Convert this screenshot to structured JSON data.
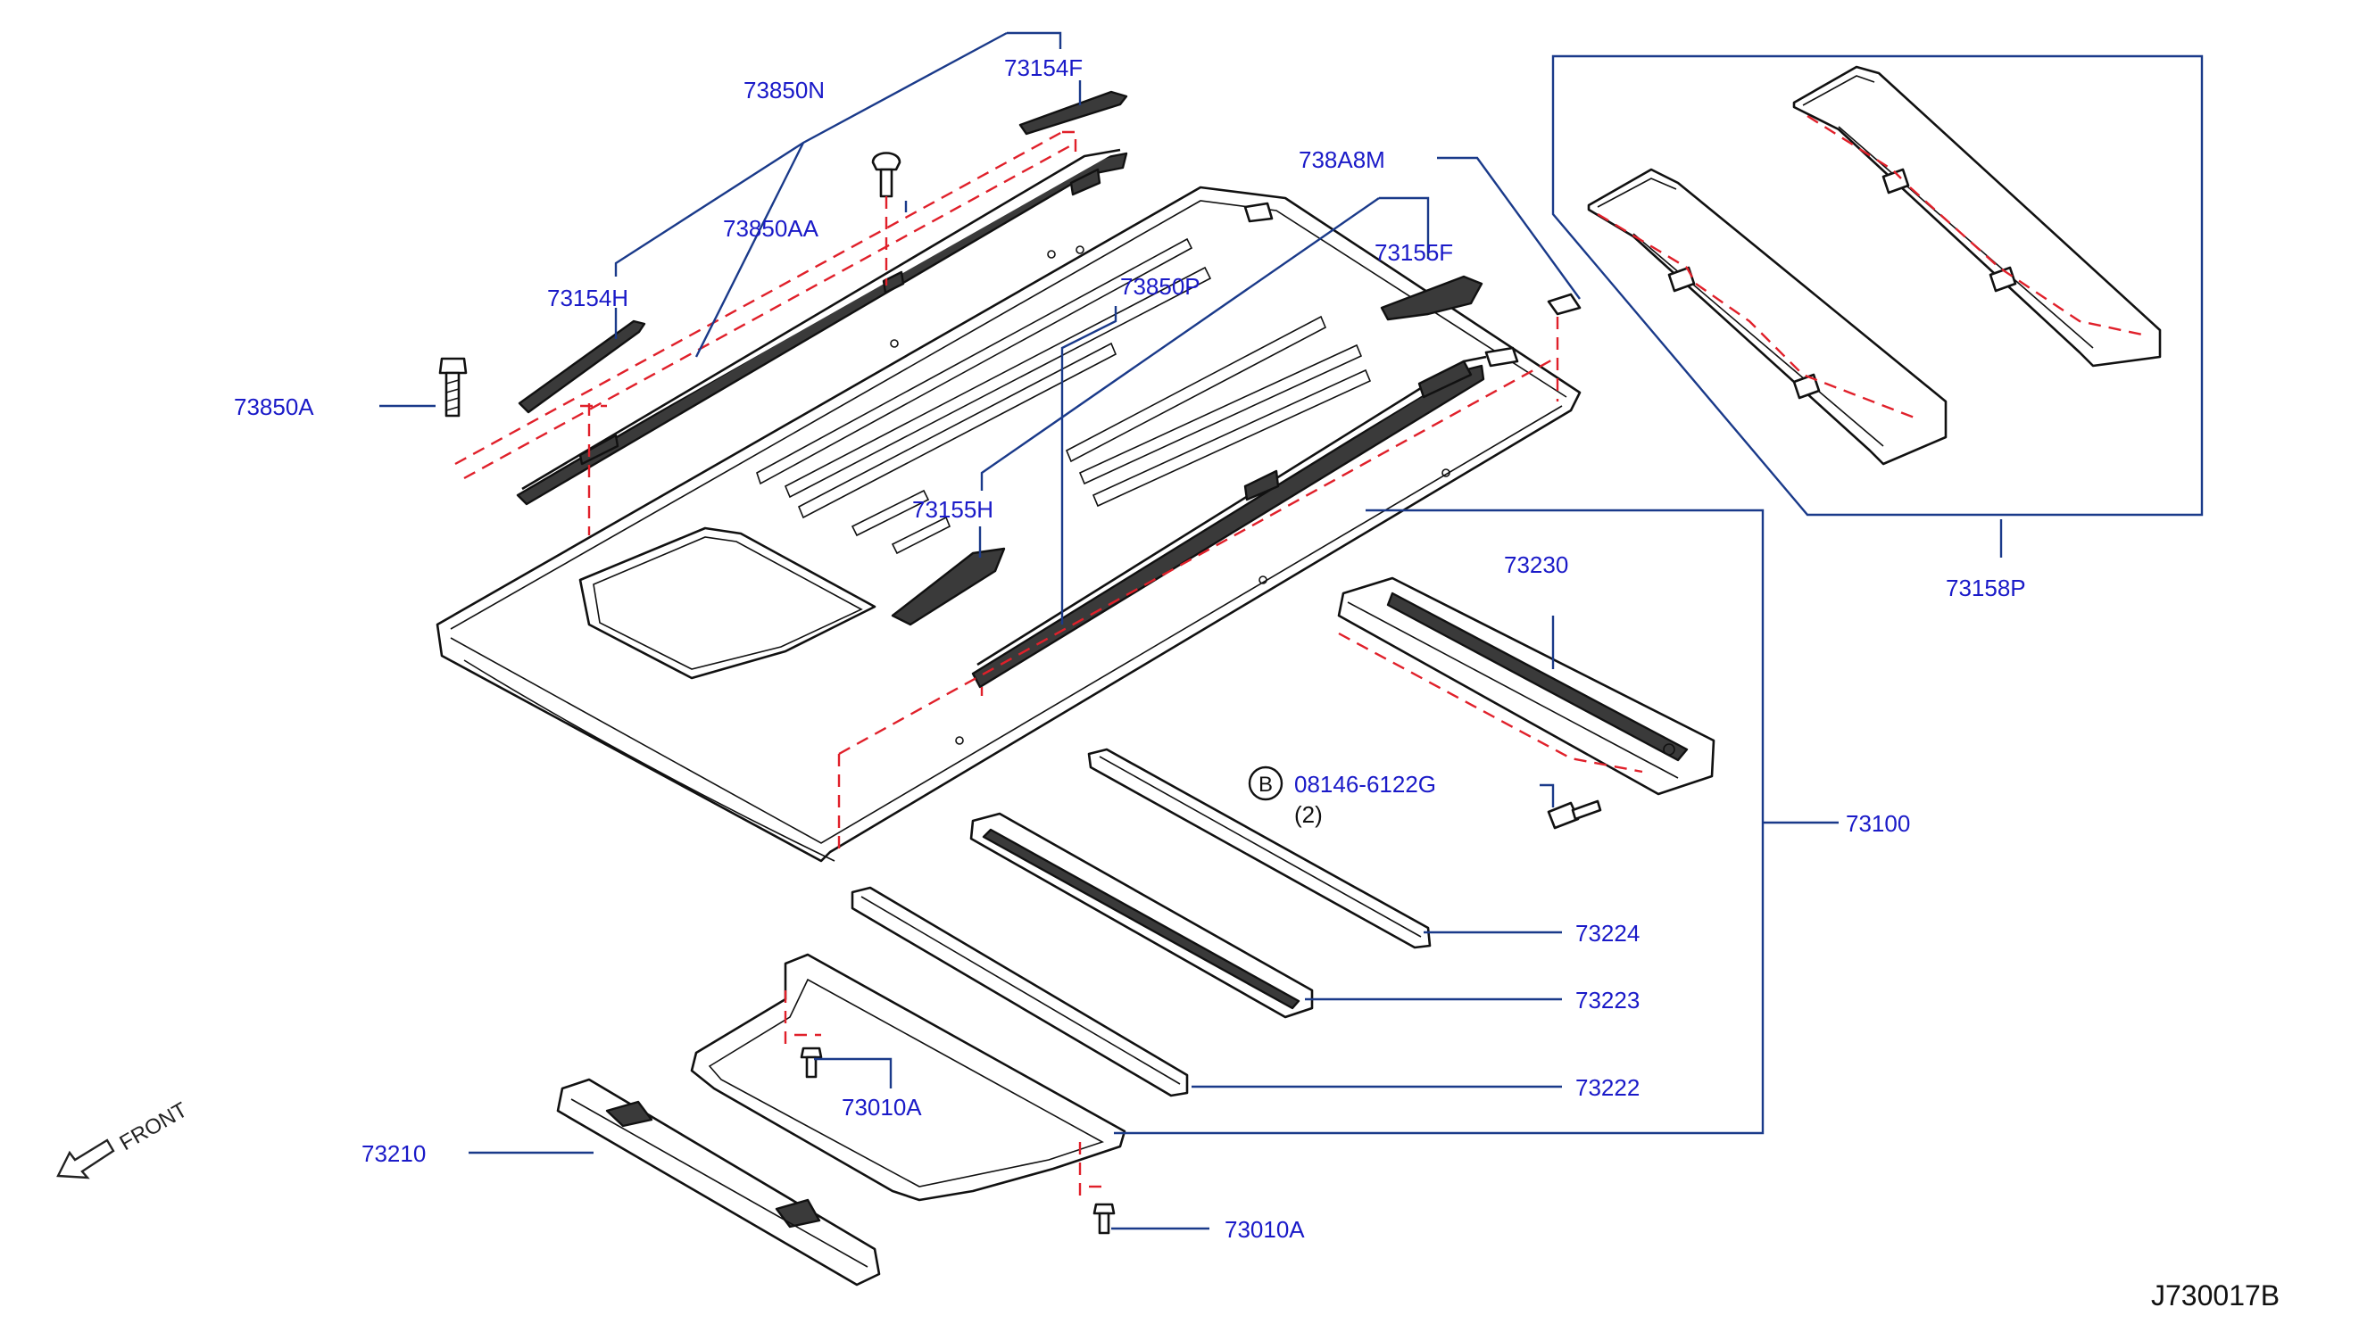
{
  "title": "",
  "labels": {
    "p73850N": "73850N",
    "p73154F": "73154F",
    "p73850AA": "73850AA",
    "p738A8M": "738A8M",
    "p73154H": "73154H",
    "p73155F": "73155F",
    "p73850P": "73850P",
    "p73850A": "73850A",
    "p73155H": "73155H",
    "p73230": "73230",
    "p73158P": "73158P",
    "bolt_code": "08146-6122G",
    "bolt_circle": "B",
    "bolt_qty": "(2)",
    "p73100": "73100",
    "p73224": "73224",
    "p73223": "73223",
    "p73222": "73222",
    "p73010A_upper": "73010A",
    "p73010A_lower": "73010A",
    "p73210": "73210",
    "front": "FRONT",
    "drawing_code": "J730017B"
  },
  "colors": {
    "label_blue": "#1a1ac8",
    "leader_blue": "#1a3a8a",
    "dash_red": "#e0202a",
    "outline_black": "#111111"
  },
  "icons": {
    "front_arrow": "arrow-left-down-icon",
    "bolt": "bolt-icon",
    "clip": "clip-icon"
  }
}
